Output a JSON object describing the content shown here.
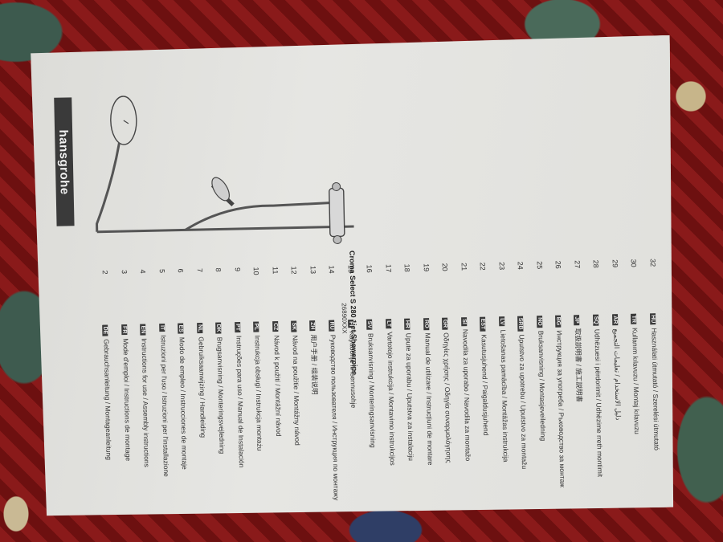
{
  "brand": "hansgrohe",
  "product": {
    "name": "Croma Select S 280 1jet Showerpipe",
    "code": "26890XXX"
  },
  "toc": [
    {
      "code": "DE",
      "title": "Gebrauchsanleitung / Montageanleitung",
      "page": "2"
    },
    {
      "code": "FR",
      "title": "Mode d'emploi / Instructions de montage",
      "page": "3"
    },
    {
      "code": "EN",
      "title": "Instructions for use / Assembly instructions",
      "page": "4"
    },
    {
      "code": "IT",
      "title": "Istruzioni per l'uso / Istruzioni per l'installazione",
      "page": "5"
    },
    {
      "code": "ES",
      "title": "Modo de empleo / Instrucciones de montaje",
      "page": "6"
    },
    {
      "code": "NL",
      "title": "Gebruiksaanwijzing / Handleiding",
      "page": "7"
    },
    {
      "code": "DK",
      "title": "Brugsanvisning / Monteringsvejledning",
      "page": "8"
    },
    {
      "code": "PT",
      "title": "Instruções para uso / Manual de Instalación",
      "page": "9"
    },
    {
      "code": "PL",
      "title": "Instrukcja obsługi / Instrukcja montażu",
      "page": "10"
    },
    {
      "code": "CZ",
      "title": "Návod k použití / Montážní návod",
      "page": "11"
    },
    {
      "code": "SK",
      "title": "Návod na použitie / Montážny návod",
      "page": "12"
    },
    {
      "code": "ZH",
      "title": "用户手册 / 组装说明",
      "page": "13"
    },
    {
      "code": "RU",
      "title": "Руководство пользователя / Инструкция по монтажу",
      "page": "14"
    },
    {
      "code": "FI",
      "title": "Käyttöohje / Asennusohje",
      "page": "15"
    },
    {
      "code": "SV",
      "title": "Bruksanvisning / Monteringsanvisning",
      "page": "16"
    },
    {
      "code": "LT",
      "title": "Vartotojo instrukcija / Montavimo instrukcijos",
      "page": "17"
    },
    {
      "code": "HR",
      "title": "Upute za uporabu / Uputstva za instalaciju",
      "page": "18"
    },
    {
      "code": "RO",
      "title": "Manual de utilizare / Instrucțiuni de montare",
      "page": "19"
    },
    {
      "code": "GR",
      "title": "Οδηγίες χρήσης / Οδηγία συναρμολόγησης",
      "page": "20"
    },
    {
      "code": "SI",
      "title": "Navodila za uporabo / Navodila za montažo",
      "page": "21"
    },
    {
      "code": "EST",
      "title": "Kasutusjuhend / Paigaldusjuhend",
      "page": "22"
    },
    {
      "code": "LV",
      "title": "Lietošanas pamācība / Montāžas instrukcija",
      "page": "23"
    },
    {
      "code": "SRB",
      "title": "Uputstvo za upotrebu / Uputstvo za montažu",
      "page": "24"
    },
    {
      "code": "NO",
      "title": "Bruksanvisning / Montasjeveiledning",
      "page": "25"
    },
    {
      "code": "BG",
      "title": "Инструкция за употреба / Ръководство за монтаж",
      "page": "26"
    },
    {
      "code": "JP",
      "title": "取扱説明書 / 施工説明書",
      "page": "27"
    },
    {
      "code": "SQ",
      "title": "Udhëzuesi i përdorimit / Udhëzime rreth montimit",
      "page": "28"
    },
    {
      "code": "AR",
      "title": "دليل الاستخدام / تعليمات التجميع",
      "page": "29"
    },
    {
      "code": "TR",
      "title": "Kullanım kılavuzu / Montaj kılavuzu",
      "page": "30"
    },
    {
      "code": "HU",
      "title": "Használati útmutató / Szerelési útmutató",
      "page": "32"
    }
  ]
}
